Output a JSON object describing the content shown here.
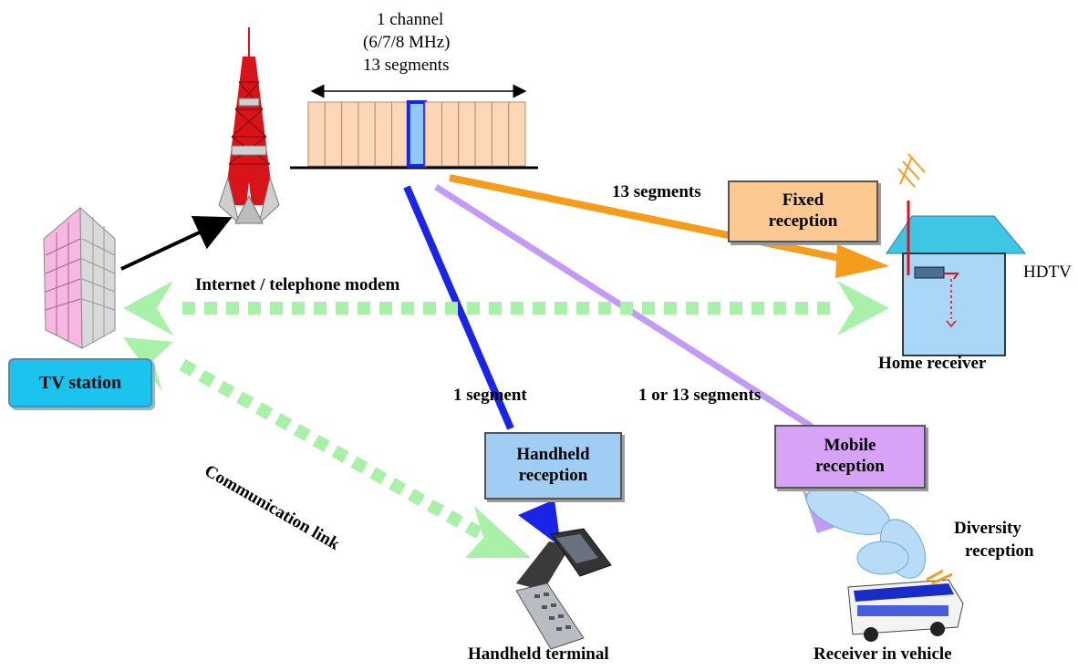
{
  "channel": {
    "line1": "1 channel",
    "line2": "(6/7/8 MHz)",
    "line3": "13 segments",
    "segment_count": 13,
    "highlighted_segment": 7
  },
  "labels": {
    "thirteen_segments": "13 segments",
    "internet_modem": "Internet / telephone modem",
    "hdtv": "HDTV",
    "home_receiver": "Home receiver",
    "one_segment": "1 segment",
    "one_or_thirteen": "1 or 13 segments",
    "communication_link": "Communication link",
    "diversity_line1": "Diversity",
    "diversity_line2": "reception",
    "handheld_terminal": "Handheld terminal",
    "receiver_in_vehicle": "Receiver in vehicle",
    "tv_station": "TV station"
  },
  "boxes": {
    "fixed": {
      "line1": "Fixed",
      "line2": "reception",
      "color": "#fcc993"
    },
    "handheld": {
      "line1": "Handheld",
      "line2": "reception",
      "color": "#9fcdf3"
    },
    "mobile": {
      "line1": "Mobile",
      "line2": "reception",
      "color": "#d6a3f7"
    }
  },
  "colors": {
    "segment_fill": "#fdd7b6",
    "segment_highlight": "#8ec8f5",
    "fixed_arrow": "#f59c1a",
    "handheld_arrow": "#1a24e6",
    "mobile_arrow": "#c29cf4",
    "link_arrow": "#a9f0a9",
    "tower_red": "#d8141b",
    "building_pink": "#f6b8e3",
    "house_roof": "#3ec6e6",
    "house_wall": "#a9d7f7"
  }
}
